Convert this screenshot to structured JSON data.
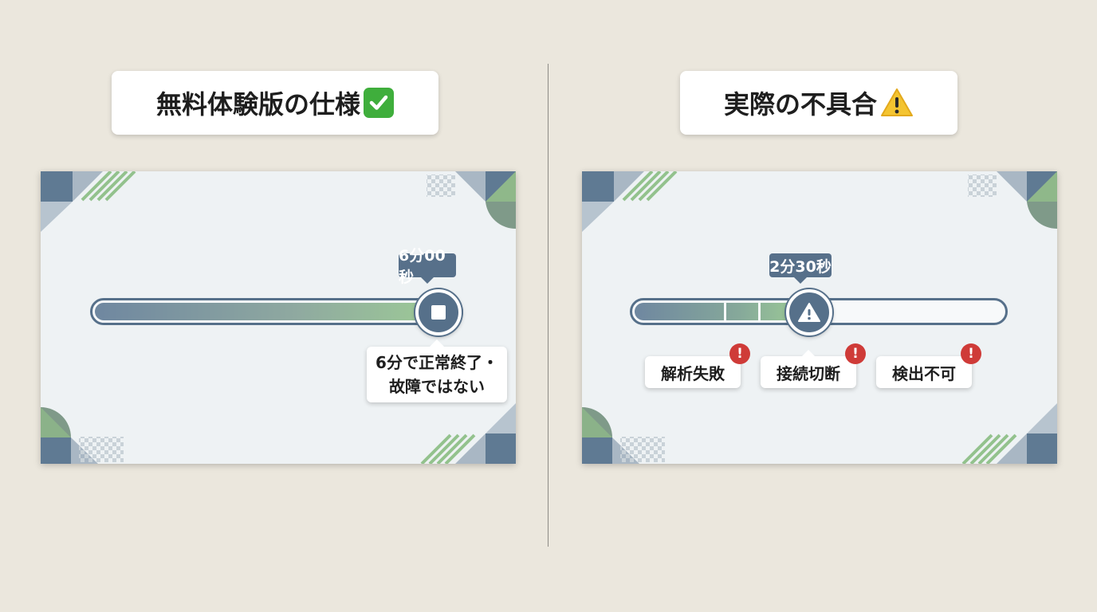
{
  "left": {
    "title": "無料体験版の仕様",
    "title_icon": "check-mark-icon",
    "time_label": "6分00秒",
    "progress_fraction": 1.0,
    "callout_line1": "6分で正常終了・",
    "callout_line2": "故障ではない"
  },
  "right": {
    "title": "実際の不具合",
    "title_icon": "warning-icon",
    "time_label": "2分30秒",
    "progress_fraction": 0.47,
    "errors": [
      "解析失敗",
      "接続切断",
      "検出不可"
    ]
  },
  "colors": {
    "slate_blue": "#56708a",
    "soft_green": "#8fc08a",
    "error_red": "#cf3b38",
    "check_green": "#3fae3c",
    "warning_yellow": "#f4c430"
  }
}
